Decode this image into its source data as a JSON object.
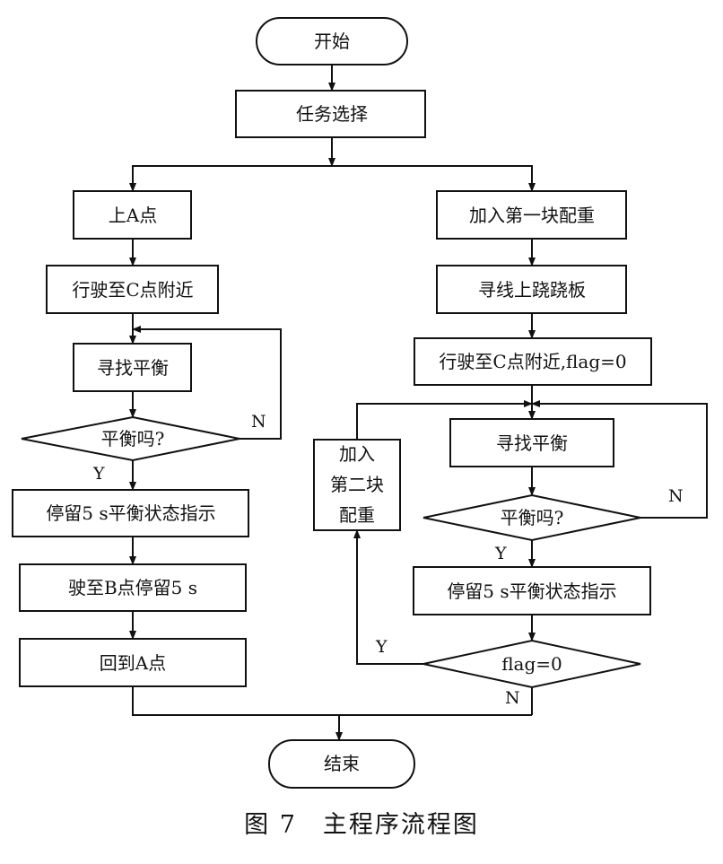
{
  "nodes": {
    "start": "开始",
    "task_select": "任务选择",
    "left": {
      "goto_a": "上A点",
      "drive_near_c": "行驶至C点附近",
      "seek_balance": "寻找平衡",
      "balanced_q": "平衡吗?",
      "stay_indicate": "停留5 s平衡状态指示",
      "drive_b_stay": "驶至B点停留5 s",
      "return_a": "回到A点"
    },
    "right": {
      "add_first_weight": "加入第一块配重",
      "follow_line_board": "寻线上跷跷板",
      "drive_near_c_flag": "行驶至C点附近,flag=0",
      "seek_balance": "寻找平衡",
      "balanced_q": "平衡吗?",
      "stay_indicate": "停留5 s平衡状态指示",
      "flag_check": "flag=0",
      "add_second_weight": [
        "加入",
        "第二块",
        "配重"
      ]
    },
    "end": "结束"
  },
  "edge_labels": {
    "left_yes": "Y",
    "left_no": "N",
    "right_yes": "Y",
    "right_no": "N",
    "flag_yes": "Y",
    "flag_no": "N"
  },
  "caption": "图 7　主程序流程图"
}
